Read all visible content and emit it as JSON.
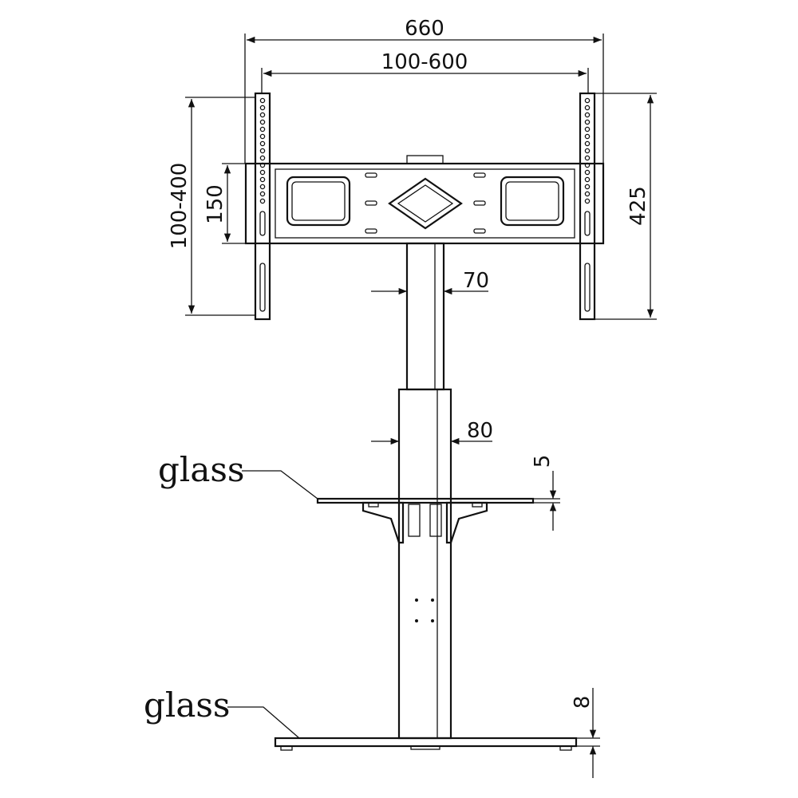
{
  "title": "TV floor stand technical drawing",
  "dimensions": {
    "overall_width": "660",
    "vesa_horizontal": "100-600",
    "vesa_vertical": "100-400",
    "plate_height": "150",
    "rail_height": "425",
    "upper_column_width": "70",
    "lower_column_width": "80",
    "shelf_glass_thickness": "5",
    "base_glass_thickness": "8"
  },
  "labels": {
    "shelf_glass": "glass",
    "base_glass": "glass"
  }
}
